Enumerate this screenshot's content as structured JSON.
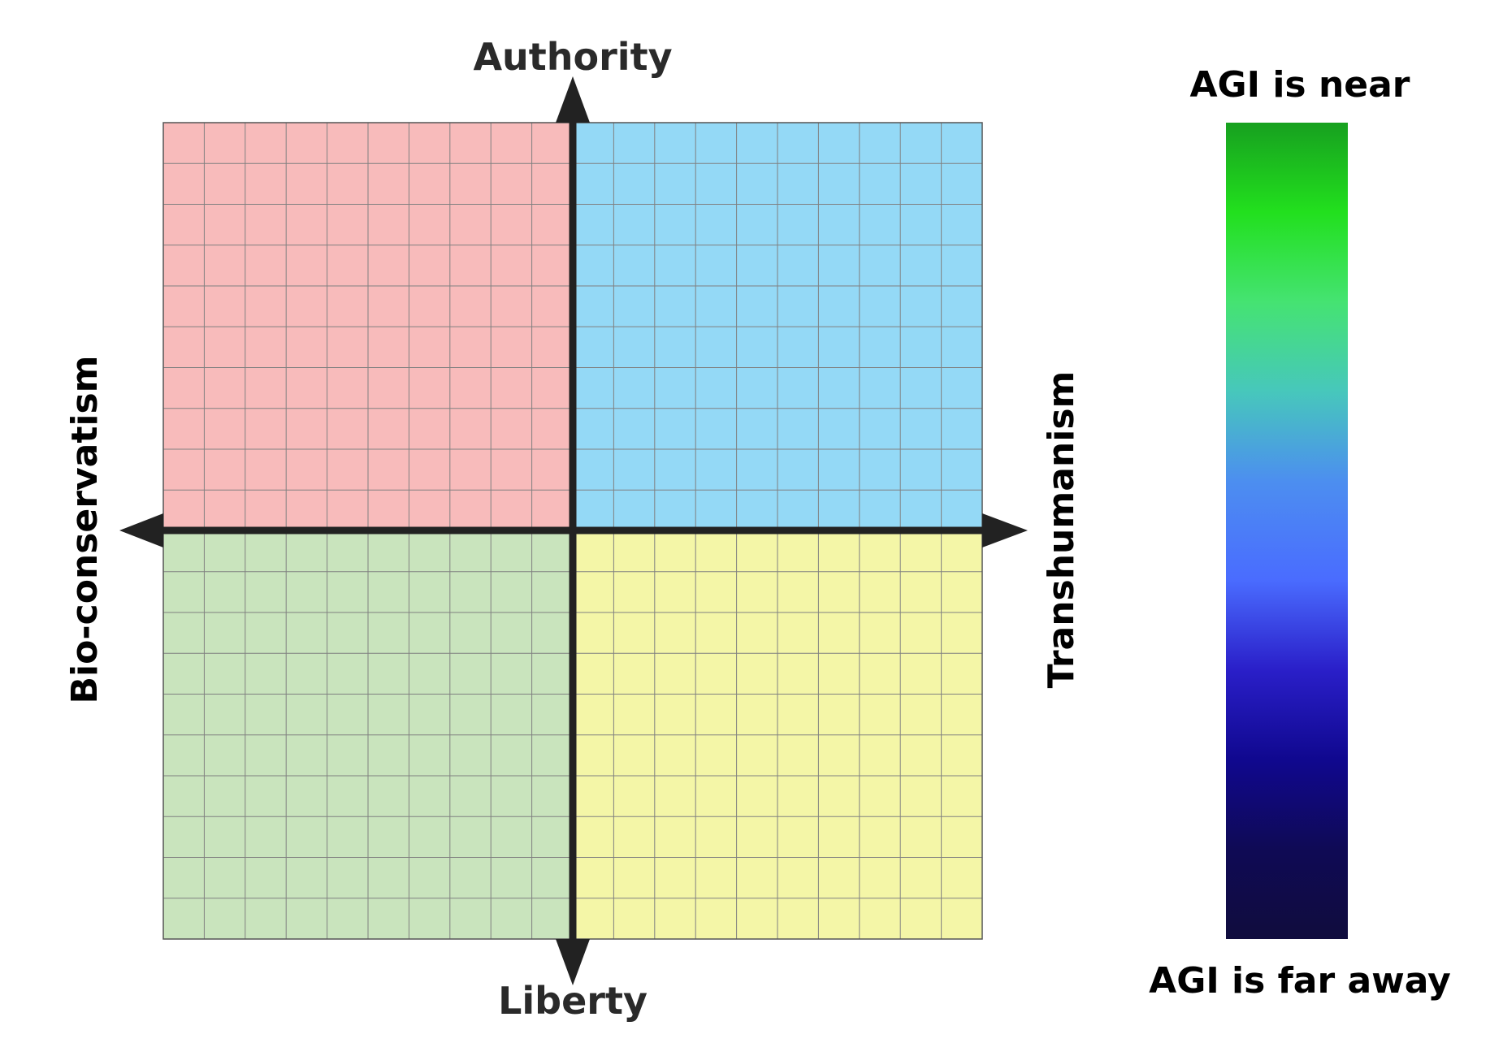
{
  "axes": {
    "top": "Authority",
    "bottom": "Liberty",
    "left": "Bio-conservatism",
    "right": "Transhumanism"
  },
  "quadrant_colors": {
    "top_left": "#f8bbbb",
    "top_right": "#94d9f6",
    "bottom_left": "#c9e4bd",
    "bottom_right": "#f4f6a7"
  },
  "grid": {
    "divisions_per_quadrant": 10,
    "line_color": "#808080",
    "axis_color": "#222222"
  },
  "scale": {
    "top_label": "AGI is near",
    "bottom_label": "AGI is far away",
    "gradient_colors": [
      "#17a01f",
      "#22e01e",
      "#45e372",
      "#47c7bc",
      "#4c8ef0",
      "#4a6cff",
      "#2a1fc9",
      "#10088f",
      "#0f0a55",
      "#100c3d"
    ]
  }
}
